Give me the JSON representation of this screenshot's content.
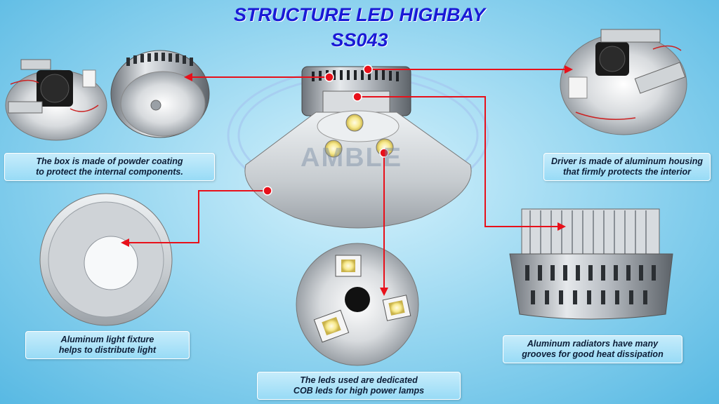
{
  "title": {
    "line1": "STRUCTURE LED HIGHBAY",
    "line2": "SS043"
  },
  "watermark": "AMBLE",
  "captions": {
    "box": {
      "line1": "The box is made of powder coating",
      "line2": "to protect the internal components."
    },
    "driver": {
      "line1": "Driver is made of aluminum housing",
      "line2": "that firmly protects the interior"
    },
    "fixture": {
      "line1": "Aluminum light fixture",
      "line2": "helps to distribute light"
    },
    "radiators": {
      "line1": "Aluminum radiators have many",
      "line2": "grooves for good heat dissipation"
    },
    "leds": {
      "line1": "The leds used are dedicated",
      "line2": "COB leds for high power lamps"
    }
  },
  "colors": {
    "title": "#1a1ad6",
    "arrow": "#e8101a",
    "caption_bg": "#a8e0f8"
  }
}
